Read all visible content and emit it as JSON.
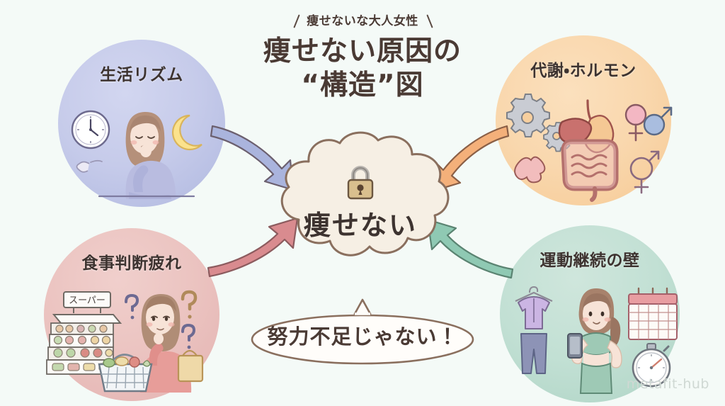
{
  "page": {
    "background_color": "#f4faf7",
    "watermark": "metafit-hub"
  },
  "title": {
    "eyebrow": "痩せないな大人女性",
    "line1": "痩せない原因の",
    "line2": "“構造”図",
    "color": "#4a3a34"
  },
  "center": {
    "label": "痩せない",
    "icon": "lock-icon",
    "fill_color": "#f6efe4",
    "stroke_color": "#8a6f5e"
  },
  "speech": {
    "text": "努力不足じゃない！",
    "fill_color": "#fffdfa",
    "stroke_color": "#8a6f5e"
  },
  "bubbles": [
    {
      "id": "life-rhythm",
      "label": "生活リズム",
      "color": "#c0c7e6",
      "arrow_color": "#a8b2dc",
      "position": "top-left",
      "icons": [
        "wall-clock-icon",
        "tired-woman-icon",
        "crescent-moon-icon",
        "sigh-puff-icon"
      ]
    },
    {
      "id": "metabolism-hormone",
      "label": "代謝・ホルモン",
      "color": "#f8d2a4",
      "arrow_color": "#f2ae70",
      "position": "top-right",
      "icons": [
        "gears-icon",
        "digestive-organs-icon",
        "female-symbol-icon",
        "male-symbol-icon",
        "thyroid-icon"
      ]
    },
    {
      "id": "meal-decision-fatigue",
      "label": "食事判断疲れ",
      "color": "#e8bcb9",
      "arrow_color": "#d2868a",
      "position": "bottom-left",
      "sign_text": "スーパー",
      "icons": [
        "supermarket-shelf-icon",
        "confused-woman-icon",
        "question-mark-icon",
        "shopping-basket-icon",
        "handbag-icon"
      ]
    },
    {
      "id": "exercise-continuation-wall",
      "label": "運動継続の壁",
      "color": "#bbdcce",
      "arrow_color": "#8cc4b1",
      "position": "bottom-right",
      "icons": [
        "workout-outfit-icon",
        "woman-with-phone-icon",
        "calendar-icon",
        "stopwatch-icon"
      ]
    }
  ]
}
